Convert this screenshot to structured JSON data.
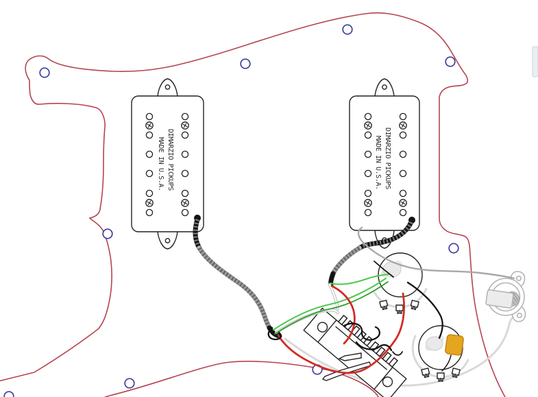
{
  "colors": {
    "outline": "#b5434e",
    "hole": "#3d3d99",
    "line": "#222222",
    "cable": "#141414",
    "cable_gray": "#9a9a9a",
    "wire_red": "#d32b25",
    "wire_green": "#4fc94f",
    "wire_green_dark": "#2f9e2f",
    "wire_gray": "#a8a8a8",
    "wire_light": "#d9d9d9",
    "wire_white": "#ffffff",
    "jack": "#b4b4b4",
    "solder": "#e9e9e9",
    "cap_fill": "#e6a51f",
    "cap_stroke": "#bb8410"
  },
  "pickups": [
    {
      "label_line1": "DIMARZIO PICKUPS",
      "label_line2": "MADE IN U.S.A."
    },
    {
      "label_line1": "DIMARZIO PICKUPS",
      "label_line2": "MADE IN U.S.A."
    }
  ]
}
